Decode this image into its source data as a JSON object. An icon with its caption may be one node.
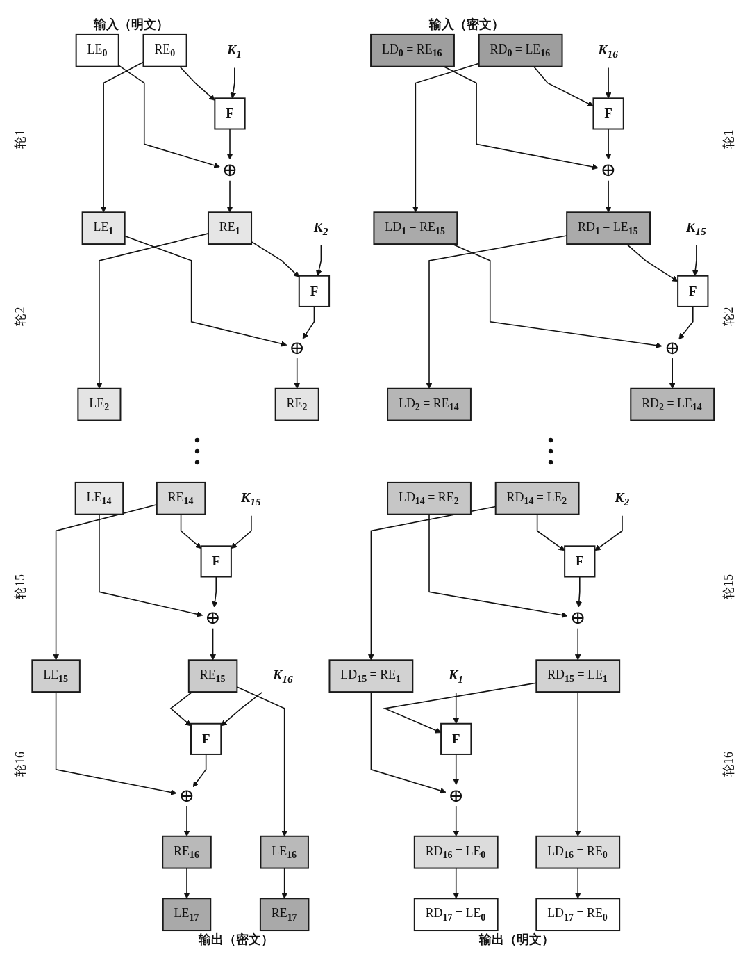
{
  "diagram": {
    "nodes": [
      {
        "text": [
          "LE$_{0}$"
        ]
      },
      {
        "text": [
          "RE$_{0}$"
        ]
      },
      {
        "text": [
          "F"
        ]
      },
      {
        "text": [
          "K$_{1}$"
        ]
      },
      {
        "text": [
          "⊕"
        ]
      },
      {
        "text": [
          "LE$_{1}$"
        ]
      },
      {
        "text": [
          "RE$_{1}$"
        ]
      },
      {
        "text": [
          "F"
        ]
      },
      {
        "text": [
          "K$_{2}$"
        ]
      },
      {
        "text": [
          "⊕"
        ]
      },
      {
        "text": [
          "LE$_{2}$"
        ]
      },
      {
        "text": [
          "RE$_{2}$"
        ]
      },
      {
        "text": [
          "LE$_{14}$"
        ]
      },
      {
        "text": [
          "RE$_{14}$"
        ]
      },
      {
        "text": [
          "F"
        ]
      },
      {
        "text": [
          "K$_{15}$"
        ]
      },
      {
        "text": [
          "⊕"
        ]
      },
      {
        "text": [
          "LE$_{15}$"
        ]
      },
      {
        "text": [
          "RE$_{15}$"
        ]
      },
      {
        "text": [
          "F"
        ]
      },
      {
        "text": [
          "K$_{16}$"
        ]
      },
      {
        "text": [
          "⊕"
        ]
      },
      {
        "text": [
          "LE$_{16}$"
        ]
      },
      {
        "text": [
          "RE$_{16}$"
        ]
      },
      {
        "text": [
          "LE$_{17}$"
        ]
      },
      {
        "text": [
          "RE$_{17}$"
        ]
      },
      {
        "text": [
          "RD$_{17}$ = LE$_{0}$"
        ]
      },
      {
        "text": [
          "LD$_{17}$ = RE$_{0}$"
        ]
      },
      {
        "text": [
          "LD$_{16}$ = RE$_{0}$"
        ]
      },
      {
        "text": [
          "RD$_{16}$ = LE$_{0}$"
        ]
      },
      {
        "text": [
          "⊕"
        ]
      },
      {
        "text": [
          "F"
        ]
      },
      {
        "text": [
          "K$_{1}$"
        ]
      },
      {
        "text": [
          "LD$_{15}$ = RE$_{1}$"
        ]
      },
      {
        "text": [
          "RD$_{15}$ = LE$_{1}$"
        ]
      },
      {
        "text": [
          "⊕"
        ]
      },
      {
        "text": [
          "F"
        ]
      },
      {
        "text": [
          "K$_{2}$"
        ]
      },
      {
        "text": [
          "LD$_{14}$ = RE$_{2}$"
        ]
      },
      {
        "text": [
          "RD$_{14}$ = LE$_{2}$"
        ]
      },
      {
        "text": [
          "LD$_{2}$ = RE$_{14}$"
        ]
      },
      {
        "text": [
          "RD$_{2}$ = LE$_{14}$"
        ]
      },
      {
        "text": [
          "⊕"
        ]
      },
      {
        "text": [
          "F"
        ]
      },
      {
        "text": [
          "K$_{15}$"
        ]
      },
      {
        "text": [
          "LD$_{1}$ = RE$_{15}$"
        ]
      },
      {
        "text": [
          "RD$_{1}$ = LE$_{15}$"
        ]
      },
      {
        "text": [
          "⊕"
        ]
      },
      {
        "text": [
          "F"
        ]
      },
      {
        "text": [
          "K$_{16}$"
        ]
      },
      {
        "text": [
          "LD$_{0}$ = RE$_{16}$"
        ]
      },
      {
        "text": [
          "RD$_{0}$ = LE$_{16}$"
        ]
      }
    ],
    "edges": [
      {
        "from": 1,
        "to": 2,
        "arrow": "to"
      },
      {
        "from": 3,
        "to": 2,
        "arrow": "to"
      },
      {
        "from": 0,
        "to": 4,
        "arrow": "to"
      },
      {
        "from": 2,
        "to": 4,
        "arrow": "to"
      },
      {
        "from": 1,
        "to": 5,
        "arrow": "to"
      },
      {
        "from": 4,
        "to": 6,
        "arrow": "to"
      },
      {
        "from": 6,
        "to": 7,
        "arrow": "to"
      },
      {
        "from": 8,
        "to": 7,
        "arrow": "to"
      },
      {
        "from": 5,
        "to": 9,
        "arrow": "to"
      },
      {
        "from": 7,
        "to": 9,
        "arrow": "to"
      },
      {
        "from": 6,
        "to": 10,
        "arrow": "to"
      },
      {
        "from": 9,
        "to": 11,
        "arrow": "to"
      },
      {
        "from": 13,
        "to": 14,
        "arrow": "to"
      },
      {
        "from": 15,
        "to": 14,
        "arrow": "to"
      },
      {
        "from": 12,
        "to": 16,
        "arrow": "to"
      },
      {
        "from": 14,
        "to": 16,
        "arrow": "to"
      },
      {
        "from": 13,
        "to": 17,
        "arrow": "to"
      },
      {
        "from": 16,
        "to": 18,
        "arrow": "to"
      },
      {
        "from": 18,
        "to": 19,
        "arrow": "to"
      },
      {
        "from": 20,
        "to": 19,
        "arrow": "to"
      },
      {
        "from": 17,
        "to": 21,
        "arrow": "to"
      },
      {
        "from": 19,
        "to": 21,
        "arrow": "to"
      },
      {
        "from": 18,
        "to": 22,
        "arrow": "to"
      },
      {
        "from": 21,
        "to": 23,
        "arrow": "to"
      },
      {
        "from": 22,
        "to": 25,
        "arrow": "to"
      },
      {
        "from": 23,
        "to": 24,
        "arrow": "to"
      },
      {
        "from": 51,
        "to": 48,
        "arrow": "to"
      },
      {
        "from": 49,
        "to": 48,
        "arrow": "to"
      },
      {
        "from": 50,
        "to": 47,
        "arrow": "to"
      },
      {
        "from": 48,
        "to": 47,
        "arrow": "to"
      },
      {
        "from": 51,
        "to": 45,
        "arrow": "to"
      },
      {
        "from": 47,
        "to": 46,
        "arrow": "to"
      },
      {
        "from": 46,
        "to": 43,
        "arrow": "to"
      },
      {
        "from": 44,
        "to": 43,
        "arrow": "to"
      },
      {
        "from": 45,
        "to": 42,
        "arrow": "to"
      },
      {
        "from": 43,
        "to": 42,
        "arrow": "to"
      },
      {
        "from": 46,
        "to": 40,
        "arrow": "to"
      },
      {
        "from": 42,
        "to": 41,
        "arrow": "to"
      },
      {
        "from": 39,
        "to": 36,
        "arrow": "to"
      },
      {
        "from": 37,
        "to": 36,
        "arrow": "to"
      },
      {
        "from": 38,
        "to": 35,
        "arrow": "to"
      },
      {
        "from": 36,
        "to": 35,
        "arrow": "to"
      },
      {
        "from": 39,
        "to": 33,
        "arrow": "to"
      },
      {
        "from": 35,
        "to": 34,
        "arrow": "to"
      },
      {
        "from": 34,
        "to": 31,
        "arrow": "to"
      },
      {
        "from": 32,
        "to": 31,
        "arrow": "to"
      },
      {
        "from": 33,
        "to": 30,
        "arrow": "to"
      },
      {
        "from": 31,
        "to": 30,
        "arrow": "to"
      },
      {
        "from": 34,
        "to": 28,
        "arrow": "to"
      },
      {
        "from": 30,
        "to": 29,
        "arrow": "to"
      },
      {
        "from": 28,
        "to": 27,
        "arrow": "to"
      },
      {
        "from": 29,
        "to": 26,
        "arrow": "to"
      }
    ],
    "labels": [
      "输入（明文）",
      "轮1",
      "轮2",
      "轮15",
      "轮16",
      "输出（密文）",
      "输出（明文）",
      "轮16",
      "轮15",
      "轮2",
      "轮1",
      "输入（密文）"
    ]
  }
}
